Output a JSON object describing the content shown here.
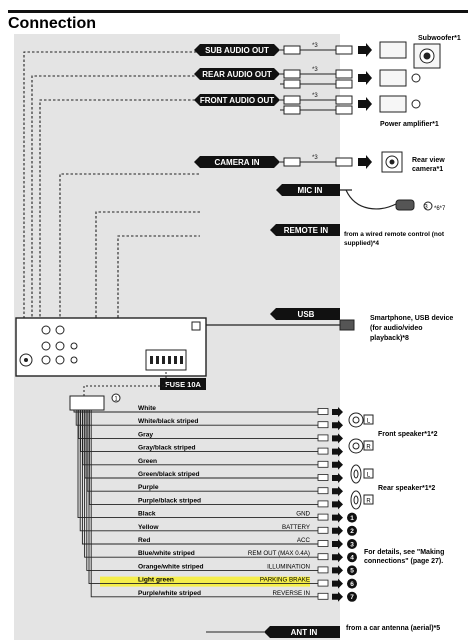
{
  "title": "Connection",
  "ports": {
    "sub_audio_out": "SUB AUDIO OUT",
    "rear_audio_out": "REAR AUDIO OUT",
    "front_audio_out": "FRONT AUDIO OUT",
    "camera_in": "CAMERA IN",
    "mic_in": "MIC IN",
    "remote_in": "REMOTE IN",
    "usb": "USB",
    "fuse": "FUSE 10A",
    "ant_in": "ANT IN"
  },
  "devices": {
    "subwoofer": "Subwoofer*1",
    "power_amp": "Power amplifier*1",
    "rear_camera_l1": "Rear view",
    "rear_camera_l2": "camera*1",
    "mic_note": "*6*7",
    "remote_l1": "from a wired remote control (not",
    "remote_l2": "supplied)*4",
    "usb_l1": "Smartphone, USB device",
    "usb_l2": "(for audio/video",
    "usb_l3": "playback)*8",
    "front_speaker": "Front speaker*1*2",
    "rear_speaker": "Rear speaker*1*2",
    "details_l1": "For details, see \"Making",
    "details_l2": "connections\" (page 27).",
    "antenna": "from a car antenna (aerial)*5"
  },
  "notes": {
    "n3a": "*3",
    "n3b": "*3",
    "n3c": "*3",
    "n3d": "*3",
    "circle1": "1",
    "circle3": "3",
    "L": "L",
    "R": "R"
  },
  "wires": [
    {
      "label": "White",
      "right": ""
    },
    {
      "label": "White/black striped",
      "right": ""
    },
    {
      "label": "Gray",
      "right": ""
    },
    {
      "label": "Gray/black striped",
      "right": ""
    },
    {
      "label": "Green",
      "right": ""
    },
    {
      "label": "Green/black striped",
      "right": ""
    },
    {
      "label": "Purple",
      "right": ""
    },
    {
      "label": "Purple/black striped",
      "right": ""
    },
    {
      "label": "Black",
      "right": "GND"
    },
    {
      "label": "Yellow",
      "right": "BATTERY"
    },
    {
      "label": "Red",
      "right": "ACC"
    },
    {
      "label": "Blue/white striped",
      "right": "REM OUT (MAX 0.4A)"
    },
    {
      "label": "Orange/white striped",
      "right": "ILLUMINATION"
    },
    {
      "label": "Light green",
      "right": "PARKING BRAKE"
    },
    {
      "label": "Purple/white striped",
      "right": "REVERSE IN"
    }
  ],
  "numbers": [
    "1",
    "2",
    "3",
    "4",
    "5",
    "6",
    "7"
  ],
  "colors": {
    "highlight": "#f5ee4a",
    "panel": "#e3e3e3",
    "ink": "#111111"
  }
}
